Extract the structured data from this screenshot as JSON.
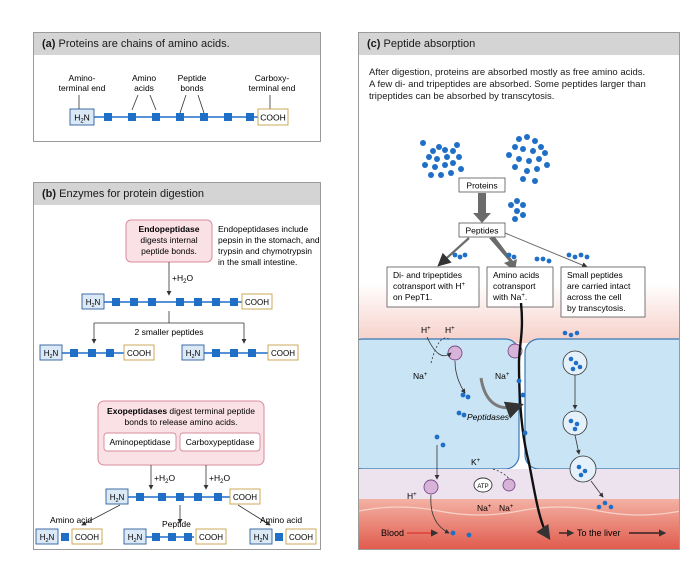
{
  "panel_a": {
    "letter": "(a)",
    "title": "Proteins are chains of amino acids.",
    "labels": {
      "amino_terminal_1": "Amino-",
      "amino_terminal_2": "terminal end",
      "amino_acids_1": "Amino",
      "amino_acids_2": "acids",
      "peptide_bonds_1": "Peptide",
      "peptide_bonds_2": "bonds",
      "carboxy_terminal_1": "Carboxy-",
      "carboxy_terminal_2": "terminal end"
    }
  },
  "chem": {
    "h2n_h": "H",
    "h2n_sub": "2",
    "h2n_n": "N",
    "cooh": "COOH",
    "h2o_plus": "+H",
    "h2o_sub": "2",
    "h2o_o": "O",
    "h_ion": "H",
    "na_ion": "Na",
    "k_ion": "K",
    "plus": "+",
    "atp": "ATP"
  },
  "panel_b": {
    "letter": "(b)",
    "title": "Enzymes for protein digestion",
    "endo_title": "Endopeptidase",
    "endo_desc_1": "digests internal",
    "endo_desc_2": "peptide bonds.",
    "endo_note_1": "Endopeptidases include",
    "endo_note_2": "pepsin in the stomach, and",
    "endo_note_3": "trypsin and chymotrypsin",
    "endo_note_4": "in the small intestine.",
    "smaller_peptides": "2 smaller peptides",
    "exo_title": "Exopeptidases",
    "exo_desc_1": "digest terminal peptide",
    "exo_desc_2": "bonds to release amino acids.",
    "aminopeptidase": "Aminopeptidase",
    "carboxypeptidase": "Carboxypeptidase",
    "amino_acid": "Amino acid",
    "peptide": "Peptide"
  },
  "panel_c": {
    "letter": "(c)",
    "title": "Peptide absorption",
    "intro_1": "After digestion, proteins are absorbed mostly as free amino acids.",
    "intro_2": "A few di- and tripeptides are absorbed. Some peptides larger than",
    "intro_3": "tripeptides can be absorbed by transcytosis.",
    "proteins": "Proteins",
    "peptides": "Peptides",
    "box1_1": "Di- and tripeptides",
    "box1_2": "cotransport with H",
    "box1_3": "on PepT1.",
    "box2_1": "Amino acids",
    "box2_2": "cotransport",
    "box2_3": "with Na",
    "box3_1": "Small peptides",
    "box3_2": "are carried intact",
    "box3_3": "across the cell",
    "box3_4": "by transcytosis.",
    "peptidases": "Peptidases",
    "blood": "Blood",
    "to_liver": "To the liver"
  },
  "colors": {
    "amino_acid_blue": "#1f6fc7",
    "box_blue": "#dbe9f7",
    "box_border": "#2d5d9a",
    "pink_box": "#f9e1e6",
    "pink_border": "#d98a9c",
    "cell_blue": "#c9e4f4",
    "blood_red": "#d9382f"
  }
}
